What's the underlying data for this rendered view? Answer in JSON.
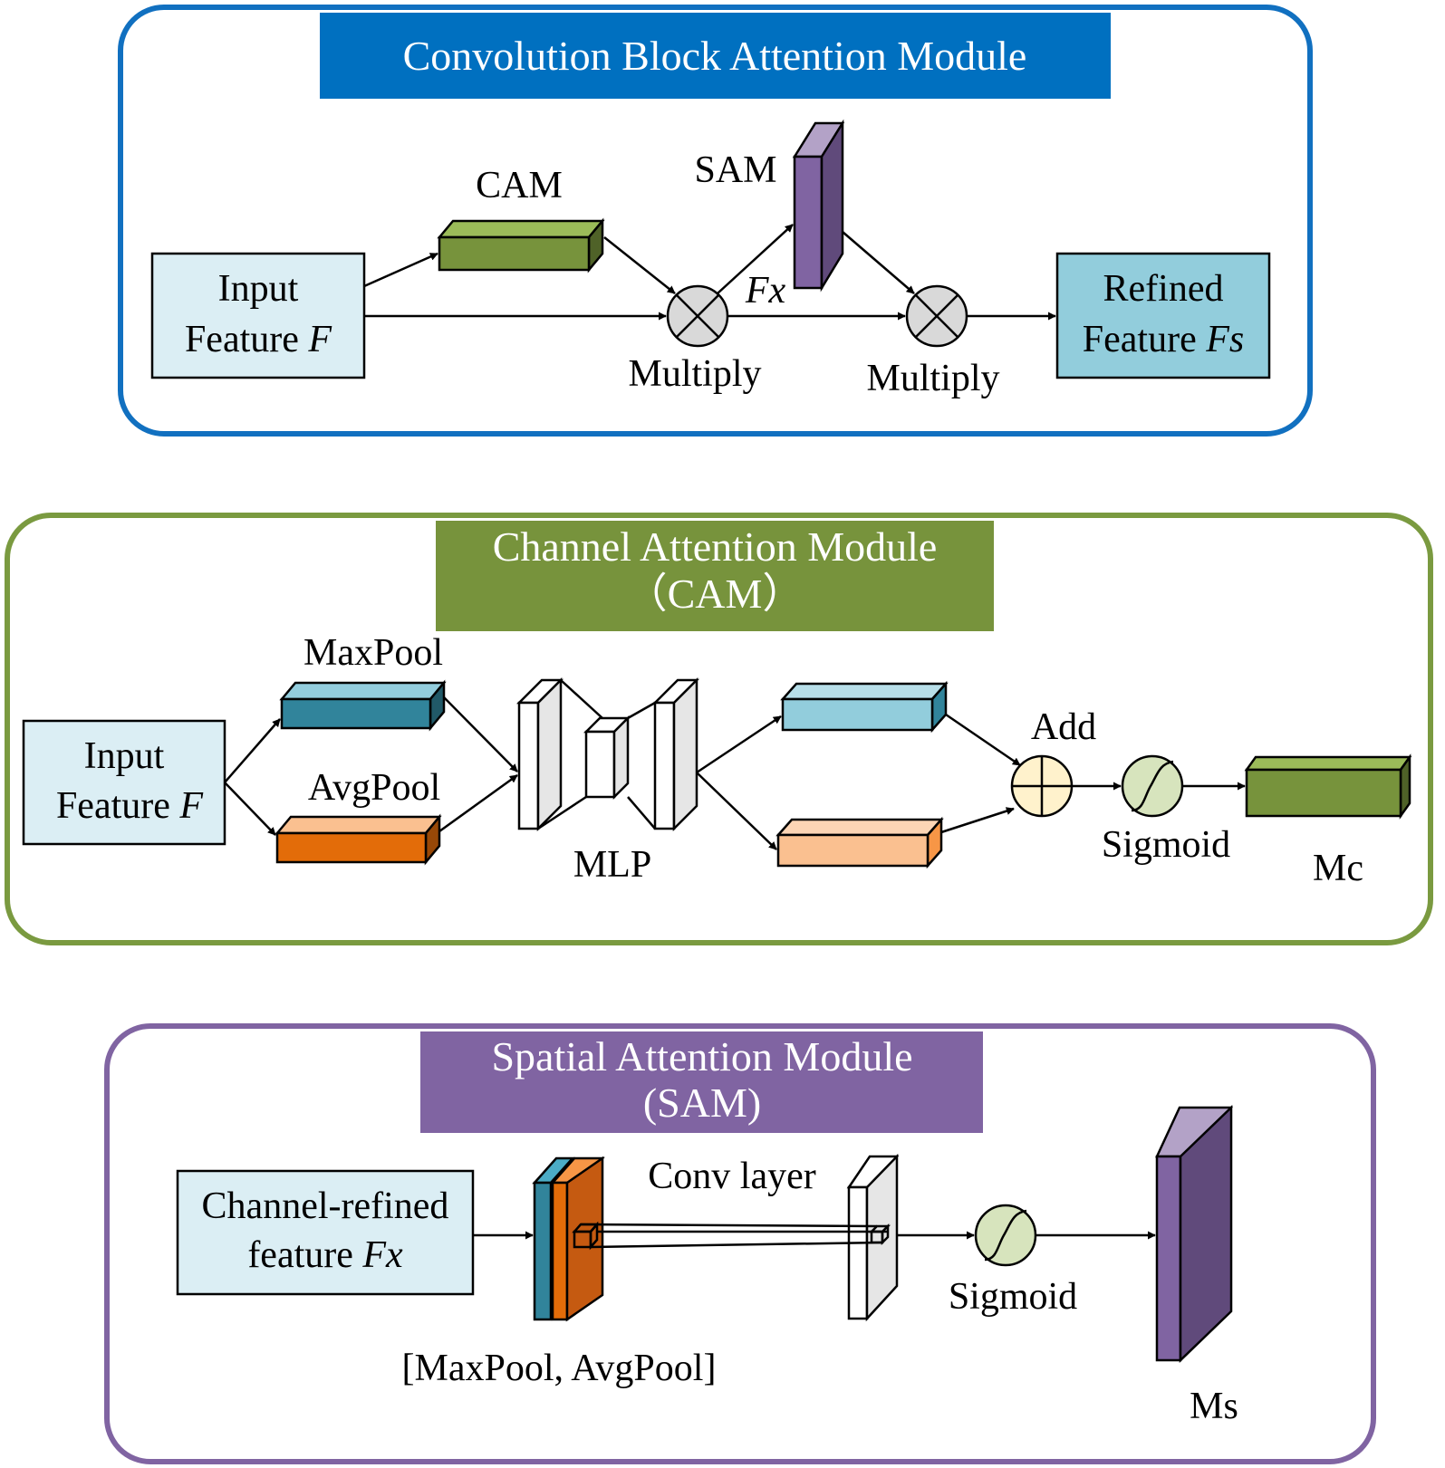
{
  "colors": {
    "cbam_border": "#1170c0",
    "cbam_title_bg": "#0070c0",
    "cam_border": "#7a9a40",
    "cam_title_bg": "#77933c",
    "sam_border": "#8064a2",
    "sam_title_bg": "#8064a2",
    "input_box": "#dbeef4",
    "refined_box": "#92cddc",
    "cam_block": "#77933c",
    "sam_block": "#604a7b",
    "maxpool_block": "#31849b",
    "avgpool_block": "#e36c09",
    "mlp_out_top": "#92cddc",
    "mlp_out_bottom": "#fac090",
    "add_circle": "#fff2cc",
    "sigmoid_circle": "#d7e4bd",
    "multiply_circle": "#d9d9d9"
  },
  "cbam": {
    "title": "Convolution Block Attention Module",
    "input_line1": "Input",
    "input_line2_text": "Feature ",
    "input_line2_var": "F",
    "cam_label": "CAM",
    "sam_label": "SAM",
    "fx_label": "Fx",
    "multiply1_label": "Multiply",
    "multiply2_label": "Multiply",
    "output_line1": "Refined",
    "output_line2_text": "Feature ",
    "output_line2_var": "Fs",
    "icons": [
      "multiply-icon",
      "multiply-icon"
    ]
  },
  "cam": {
    "title_line1": "Channel Attention Module",
    "title_line2": "（CAM）",
    "input_line1": "Input",
    "input_line2_text": "Feature ",
    "input_line2_var": "F",
    "maxpool_label": "MaxPool",
    "avgpool_label": "AvgPool",
    "mlp_label": "MLP",
    "add_label": "Add",
    "sigmoid_label": "Sigmoid",
    "output_label": "Mc",
    "icons": [
      "add-icon",
      "sigmoid-icon"
    ]
  },
  "sam": {
    "title_line1": "Spatial Attention Module",
    "title_line2": "(SAM)",
    "input_line1": "Channel-refined",
    "input_line2_text": "feature ",
    "input_line2_var": "Fx",
    "pool_label": "[MaxPool, AvgPool]",
    "conv_label": "Conv layer",
    "sigmoid_label": "Sigmoid",
    "output_label": "Ms",
    "icons": [
      "sigmoid-icon"
    ]
  }
}
